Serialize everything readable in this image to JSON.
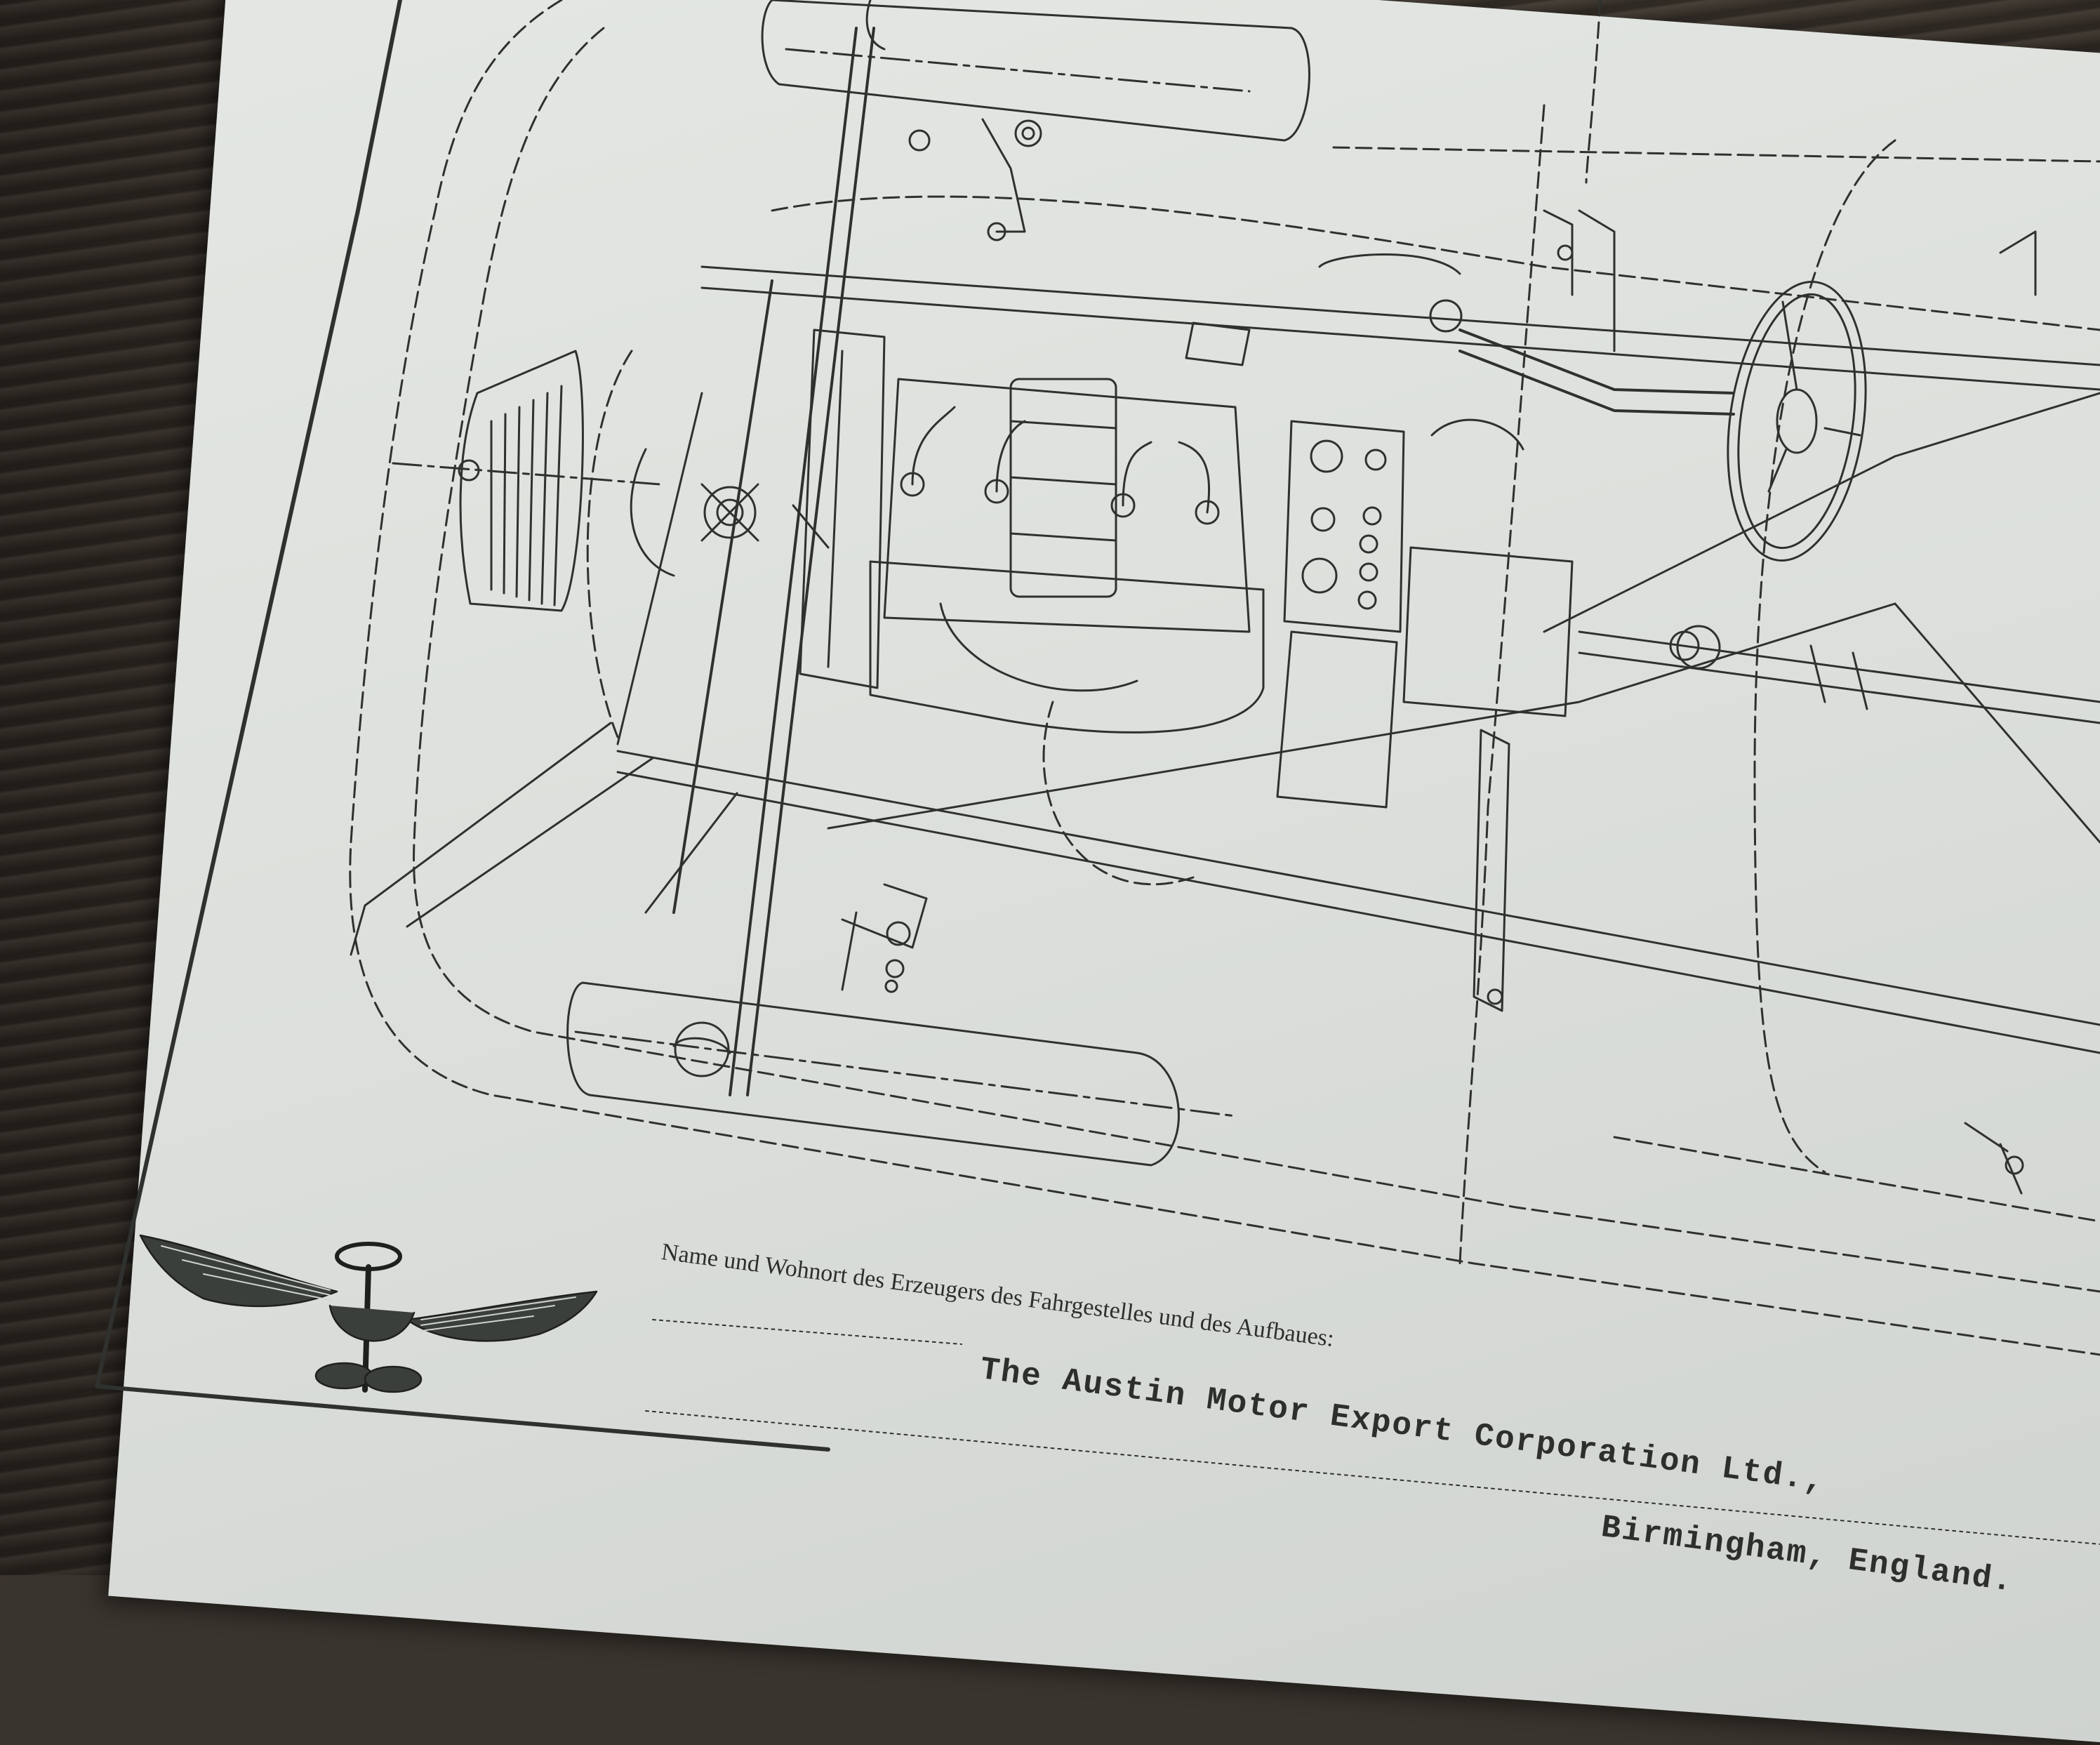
{
  "document": {
    "caption": "Name und Wohnort des Erzeugers des Fahrgestelles und des Aufbaues:",
    "manufacturer": "The Austin Motor Export Corporation Ltd.,",
    "city": "Birmingham, England."
  },
  "emblem": {
    "type": "winged-steering-wheel-logo"
  },
  "colors": {
    "ink": "#2c2f2c",
    "paper": "#dfe2de",
    "table": "#3a342e"
  }
}
